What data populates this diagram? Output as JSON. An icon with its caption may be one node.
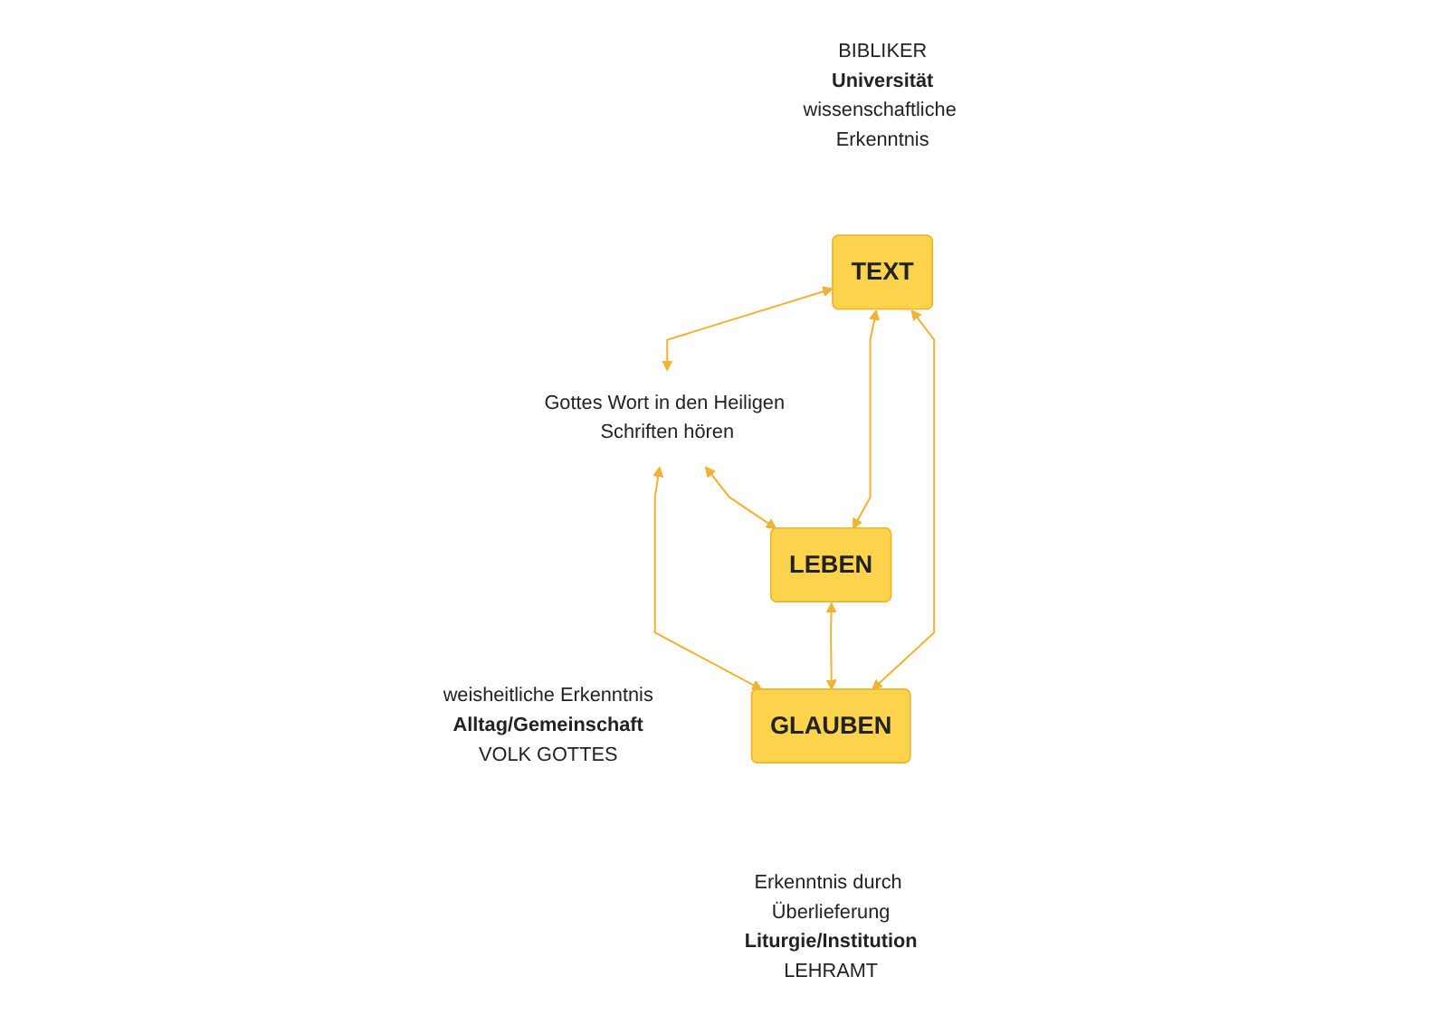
{
  "diagram": {
    "nodes": [
      {
        "text": [
          "TEXT"
        ],
        "beside": [
          "BIBLIKER",
          "Universität",
          "wissenschaftliche Erkenntnis"
        ]
      },
      {
        "text": [
          "LEBEN"
        ],
        "beside": [
          "weisheitliche Erkenntnis",
          "Alltag/Gemeinschaft",
          "VOLK GOTTES"
        ]
      },
      {
        "text": [
          "GLAUBEN"
        ],
        "beside": [
          "Erkenntnis durch Überlieferung",
          "Liturgie/Institution",
          "LEHRAMT"
        ]
      },
      {
        "text": [
          "Gottes Wort in den Heiligen Schriften hören"
        ]
      }
    ],
    "edges": [
      {
        "from": 0,
        "to": 1,
        "arrow": "both"
      },
      {
        "from": 0,
        "to": 2,
        "arrow": "both"
      },
      {
        "from": 1,
        "to": 2,
        "arrow": "both"
      },
      {
        "from": 0,
        "to": 3,
        "arrow": "both"
      },
      {
        "from": 3,
        "to": 1,
        "arrow": "both"
      },
      {
        "from": 3,
        "to": 2,
        "arrow": "both"
      }
    ]
  }
}
